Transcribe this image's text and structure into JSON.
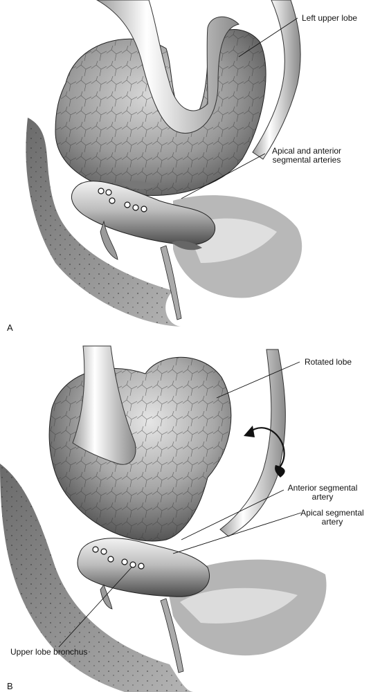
{
  "panels": [
    {
      "letter": "A",
      "labels": {
        "left_upper_lobe": "Left upper lobe",
        "apical_anterior_line1": "Apical and anterior",
        "apical_anterior_line2": "segmental arteries"
      }
    },
    {
      "letter": "B",
      "labels": {
        "rotated_lobe": "Rotated lobe",
        "anterior_line1": "Anterior segmental",
        "anterior_line2": "artery",
        "apical_line1": "Apical segmental",
        "apical_line2": "artery",
        "upper_lobe_bronchus": "Upper lobe bronchus"
      }
    }
  ]
}
